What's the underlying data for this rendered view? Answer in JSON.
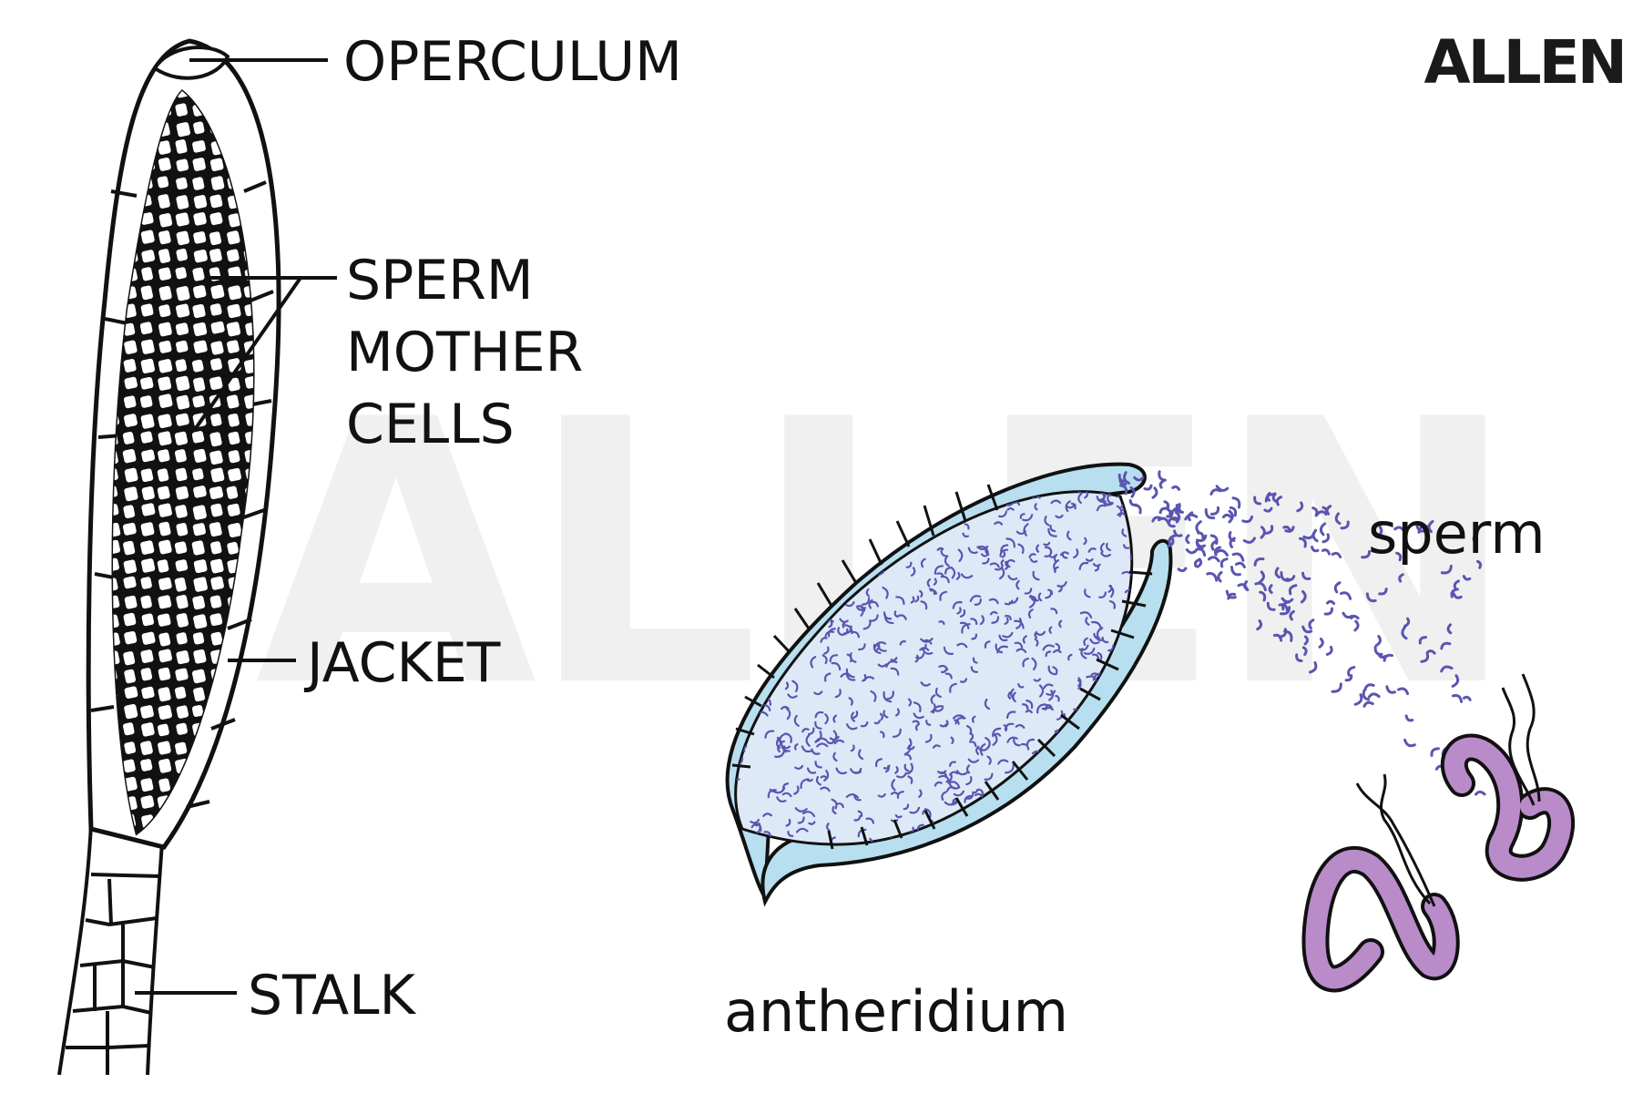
{
  "brand": {
    "name": "ALLEN"
  },
  "left_diagram": {
    "labels": {
      "operculum": "OPERCULUM",
      "sperm_mother_cells_line1": "SPERM",
      "sperm_mother_cells_line2": "MOTHER",
      "sperm_mother_cells_line3": "CELLS",
      "jacket": "JACKET",
      "stalk": "STALK"
    }
  },
  "right_diagram": {
    "labels": {
      "antheridium": "antheridium",
      "sperm": "sperm"
    }
  },
  "colors": {
    "jacket_fill": "#b8dff0",
    "sperm_dot": "#5a55b0",
    "sperm_body": "#b98cc9",
    "outline": "#111111",
    "watermark": "#f0f0f0"
  }
}
